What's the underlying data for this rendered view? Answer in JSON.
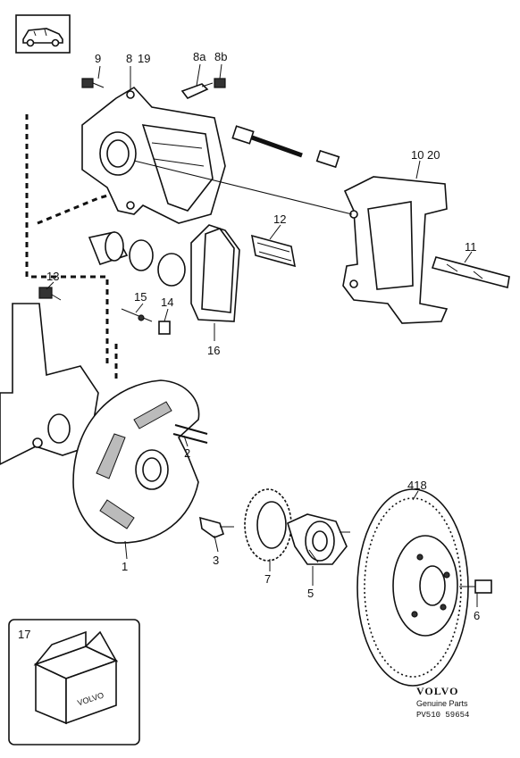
{
  "callouts": {
    "c9": "9",
    "c8": "8",
    "c19": "19",
    "c8a": "8a",
    "c8b": "8b",
    "c10": "10",
    "c20": "20",
    "c12": "12",
    "c11": "11",
    "c13": "13",
    "c15": "15",
    "c14": "14",
    "c16": "16",
    "c2": "2",
    "c418": "418",
    "c1": "1",
    "c3": "3",
    "c7": "7",
    "c5": "5",
    "c6": "6",
    "c17": "17"
  },
  "kit_box_label": "VOLVO",
  "brand": {
    "name": "VOLVO",
    "subtitle": "Genuine Parts",
    "code": "PV510 59654"
  },
  "icons": [
    "car-thumbnail-icon",
    "box-kit-icon"
  ]
}
